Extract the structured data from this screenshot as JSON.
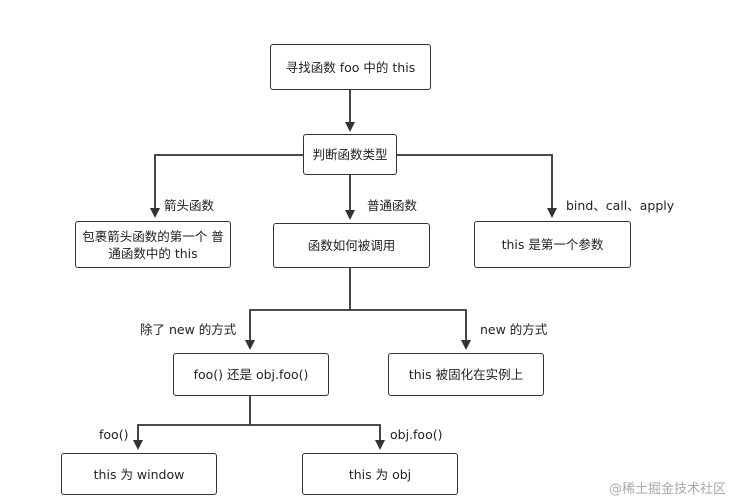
{
  "nodes": {
    "find_this": "寻找函数 foo 中的 this",
    "judge_type": "判断函数类型",
    "arrow_fn_result": "包裹箭头函数的第一个 普通函数中的 this",
    "how_called": "函数如何被调用",
    "bind_result": "this 是第一个参数",
    "foo_or_obj": "foo() 还是 obj.foo()",
    "new_result": "this 被固化在实例上",
    "window_result": "this 为 window",
    "obj_result": "this 为 obj"
  },
  "edges": {
    "arrow_fn": "箭头函数",
    "normal_fn": "普通函数",
    "bind_call_apply": "bind、call、apply",
    "not_new": "除了 new 的方式",
    "new_way": "new 的方式",
    "foo_call": "foo()",
    "obj_call": "obj.foo()"
  },
  "watermark": "@稀土掘金技术社区"
}
